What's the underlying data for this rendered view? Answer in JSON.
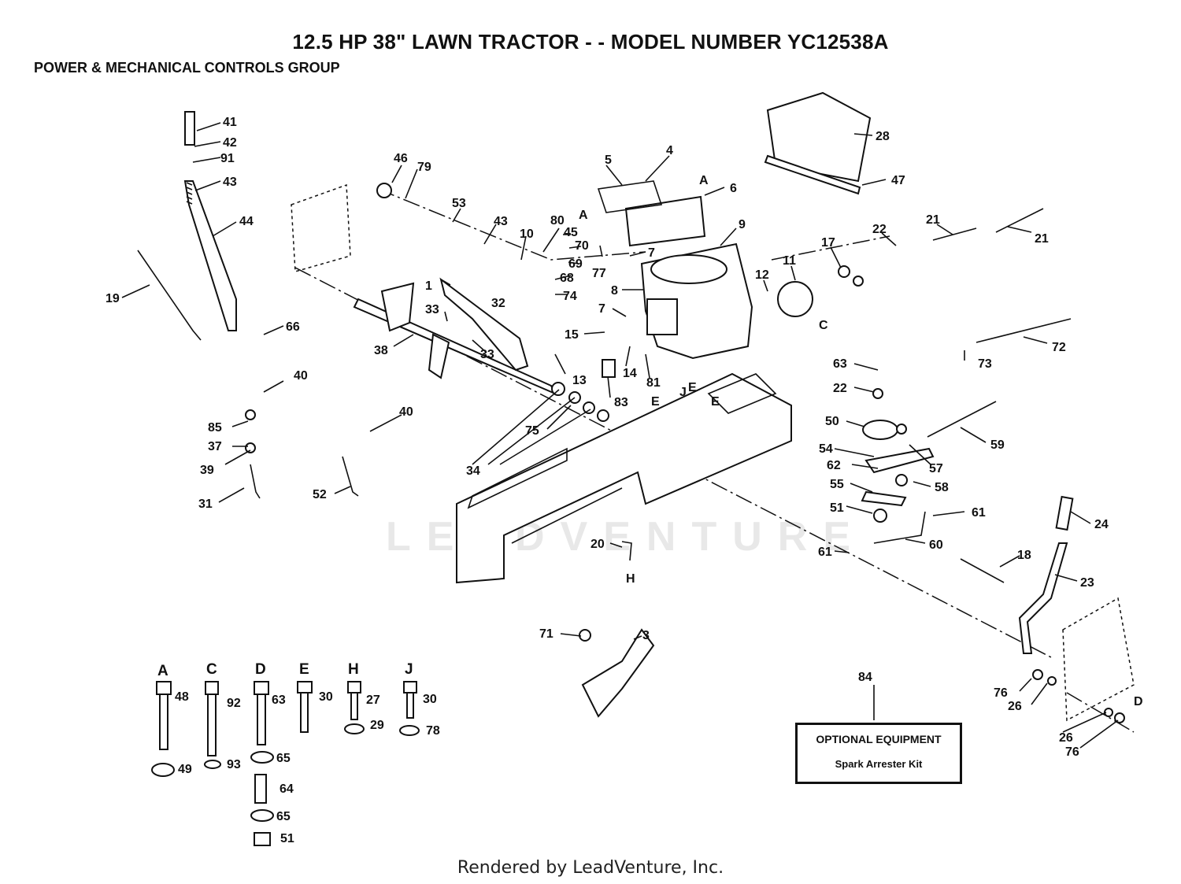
{
  "header": {
    "title": "12.5 HP 38\" LAWN TRACTOR - - MODEL NUMBER YC12538A",
    "subtitle": "POWER & MECHANICAL CONTROLS GROUP"
  },
  "footer": {
    "text": "Rendered by LeadVenture, Inc."
  },
  "watermark": {
    "text": "LEADVENTURE"
  },
  "optional_box": {
    "title": "OPTIONAL EQUIPMENT",
    "item": "Spark Arrester Kit",
    "callout": "84"
  },
  "callouts": [
    {
      "id": "c41",
      "text": "41"
    },
    {
      "id": "c42",
      "text": "42"
    },
    {
      "id": "c91",
      "text": "91"
    },
    {
      "id": "c43a",
      "text": "43"
    },
    {
      "id": "c44",
      "text": "44"
    },
    {
      "id": "c19",
      "text": "19"
    },
    {
      "id": "c66",
      "text": "66"
    },
    {
      "id": "c46",
      "text": "46"
    },
    {
      "id": "c79",
      "text": "79"
    },
    {
      "id": "c53",
      "text": "53"
    },
    {
      "id": "c43b",
      "text": "43"
    },
    {
      "id": "c10",
      "text": "10"
    },
    {
      "id": "c80",
      "text": "80"
    },
    {
      "id": "c45",
      "text": "45"
    },
    {
      "id": "c70",
      "text": "70"
    },
    {
      "id": "c69",
      "text": "69"
    },
    {
      "id": "c68",
      "text": "68"
    },
    {
      "id": "c74",
      "text": "74"
    },
    {
      "id": "c77",
      "text": "77"
    },
    {
      "id": "c5",
      "text": "5"
    },
    {
      "id": "c4",
      "text": "4"
    },
    {
      "id": "c6",
      "text": "6"
    },
    {
      "id": "c9",
      "text": "9"
    },
    {
      "id": "c7a",
      "text": "7"
    },
    {
      "id": "c8",
      "text": "8"
    },
    {
      "id": "c7b",
      "text": "7"
    },
    {
      "id": "c28",
      "text": "28"
    },
    {
      "id": "c47",
      "text": "47"
    },
    {
      "id": "c22a",
      "text": "22"
    },
    {
      "id": "c21a",
      "text": "21"
    },
    {
      "id": "c21b",
      "text": "21"
    },
    {
      "id": "c17",
      "text": "17"
    },
    {
      "id": "c11",
      "text": "11"
    },
    {
      "id": "c12",
      "text": "12"
    },
    {
      "id": "c72",
      "text": "72"
    },
    {
      "id": "c73",
      "text": "73"
    },
    {
      "id": "c15",
      "text": "15"
    },
    {
      "id": "c14",
      "text": "14"
    },
    {
      "id": "c81",
      "text": "81"
    },
    {
      "id": "c13",
      "text": "13"
    },
    {
      "id": "c83",
      "text": "83"
    },
    {
      "id": "c38",
      "text": "38"
    },
    {
      "id": "c33a",
      "text": "33"
    },
    {
      "id": "c33b",
      "text": "33"
    },
    {
      "id": "c32",
      "text": "32"
    },
    {
      "id": "c1",
      "text": "1"
    },
    {
      "id": "c40a",
      "text": "40"
    },
    {
      "id": "c85",
      "text": "85"
    },
    {
      "id": "c37",
      "text": "37"
    },
    {
      "id": "c39",
      "text": "39"
    },
    {
      "id": "c31",
      "text": "31"
    },
    {
      "id": "c40b",
      "text": "40"
    },
    {
      "id": "c52",
      "text": "52"
    },
    {
      "id": "c75",
      "text": "75"
    },
    {
      "id": "c34",
      "text": "34"
    },
    {
      "id": "c63a",
      "text": "63"
    },
    {
      "id": "c22b",
      "text": "22"
    },
    {
      "id": "c50",
      "text": "50"
    },
    {
      "id": "c59",
      "text": "59"
    },
    {
      "id": "c54",
      "text": "54"
    },
    {
      "id": "c57",
      "text": "57"
    },
    {
      "id": "c62",
      "text": "62"
    },
    {
      "id": "c58",
      "text": "58"
    },
    {
      "id": "c55",
      "text": "55"
    },
    {
      "id": "c51a",
      "text": "51"
    },
    {
      "id": "c61a",
      "text": "61"
    },
    {
      "id": "c60",
      "text": "60"
    },
    {
      "id": "c61b",
      "text": "61"
    },
    {
      "id": "c20",
      "text": "20"
    },
    {
      "id": "c24",
      "text": "24"
    },
    {
      "id": "c18",
      "text": "18"
    },
    {
      "id": "c23",
      "text": "23"
    },
    {
      "id": "c71",
      "text": "71"
    },
    {
      "id": "c3",
      "text": "3"
    },
    {
      "id": "c76a",
      "text": "76"
    },
    {
      "id": "c26a",
      "text": "26"
    },
    {
      "id": "c26b",
      "text": "26"
    },
    {
      "id": "c76b",
      "text": "76"
    },
    {
      "id": "c48",
      "text": "48"
    },
    {
      "id": "c49",
      "text": "49"
    },
    {
      "id": "c92",
      "text": "92"
    },
    {
      "id": "c93",
      "text": "93"
    },
    {
      "id": "c63b",
      "text": "63"
    },
    {
      "id": "c65a",
      "text": "65"
    },
    {
      "id": "c64",
      "text": "64"
    },
    {
      "id": "c65b",
      "text": "65"
    },
    {
      "id": "c51b",
      "text": "51"
    },
    {
      "id": "c30a",
      "text": "30"
    },
    {
      "id": "c27",
      "text": "27"
    },
    {
      "id": "c29",
      "text": "29"
    },
    {
      "id": "c30b",
      "text": "30"
    },
    {
      "id": "c78",
      "text": "78"
    }
  ],
  "letters": [
    {
      "id": "lA1",
      "text": "A"
    },
    {
      "id": "lA2",
      "text": "A"
    },
    {
      "id": "lC1",
      "text": "C"
    },
    {
      "id": "lE1",
      "text": "E"
    },
    {
      "id": "lE2",
      "text": "E"
    },
    {
      "id": "lE3",
      "text": "E"
    },
    {
      "id": "lJ1",
      "text": "J"
    },
    {
      "id": "lH1",
      "text": "H"
    },
    {
      "id": "lD1",
      "text": "D"
    },
    {
      "id": "hA",
      "text": "A"
    },
    {
      "id": "hC",
      "text": "C"
    },
    {
      "id": "hD",
      "text": "D"
    },
    {
      "id": "hE",
      "text": "E"
    },
    {
      "id": "hH",
      "text": "H"
    },
    {
      "id": "hJ",
      "text": "J"
    }
  ]
}
